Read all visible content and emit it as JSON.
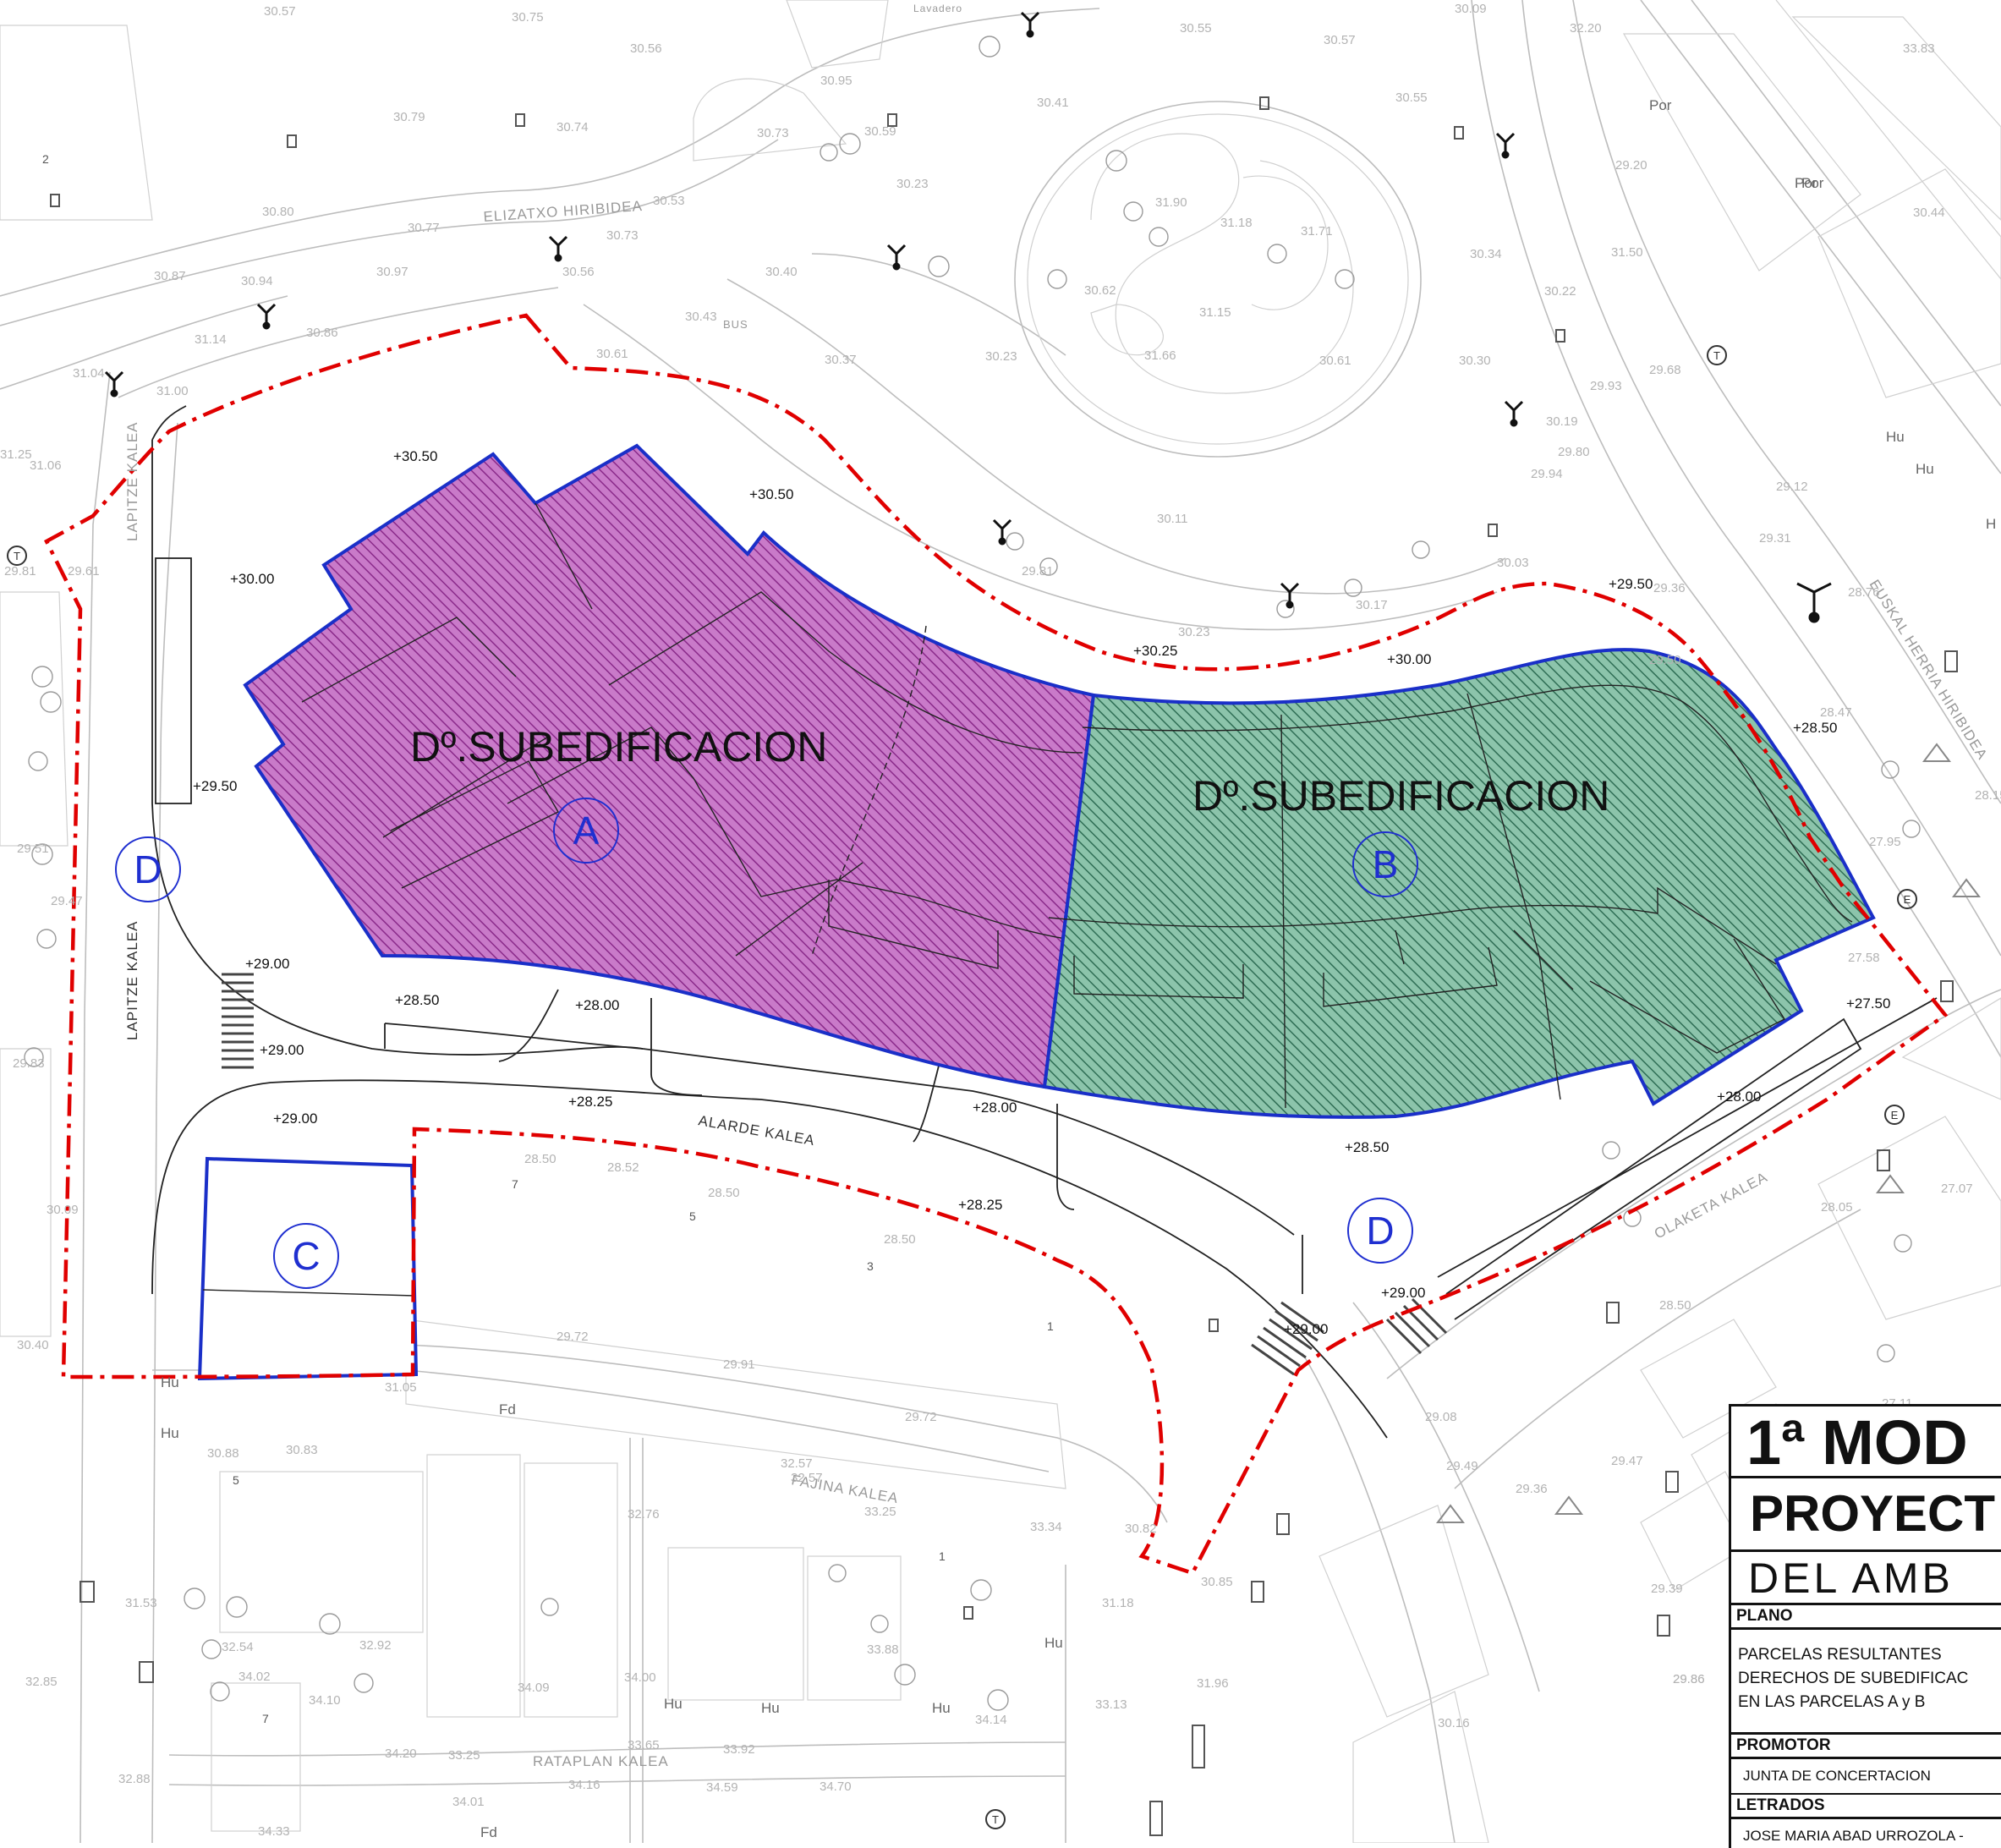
{
  "parcels": {
    "A": {
      "label": "Dº.SUBEDIFICACION",
      "letter": "A",
      "fill": "#c66cc6",
      "hatch": "#8a2a8a"
    },
    "B": {
      "label": "Dº.SUBEDIFICACION",
      "letter": "B",
      "fill": "#6fb79a",
      "hatch": "#2f6e55"
    },
    "C": {
      "letter": "C"
    },
    "D1": {
      "letter": "D"
    },
    "D2": {
      "letter": "D"
    }
  },
  "colors": {
    "parcel_outline": "#1a2fc8",
    "boundary": "#e00000",
    "background": "#ffffff"
  },
  "streets": {
    "elizatxo": "ELIZATXO HIRIBIDEA",
    "lapitze_top": "LAPITZE KALEA",
    "lapitze": "LAPITZE KALEA",
    "alarde": "ALARDE KALEA",
    "euskal": "EUSKAL HERRIA HIRIBIDEA",
    "olaketa": "OLAKETA KALEA",
    "fajina": "FAJINA KALEA",
    "rataplan": "RATAPLAN KALEA",
    "bus": "BUS",
    "lavadero": "Lavadero"
  },
  "design_levels": [
    "+30.50",
    "+30.50",
    "+30.00",
    "+29.50",
    "+29.00",
    "+28.50",
    "+28.00",
    "+29.00",
    "+29.00",
    "+28.25",
    "+28.00",
    "+28.25",
    "+28.50",
    "+30.25",
    "+30.00",
    "+29.50",
    "+28.50",
    "+27.50",
    "+28.00",
    "+29.00",
    "+29.00"
  ],
  "spot_heights": [
    "30.57",
    "30.75",
    "30.56",
    "30.95",
    "30.55",
    "30.57",
    "32.20",
    "33.83",
    "30.79",
    "30.74",
    "30.41",
    "30.55",
    "30.73",
    "30.59",
    "30.23",
    "31.90",
    "31.18",
    "31.71",
    "30.80",
    "30.53",
    "30.77",
    "30.73",
    "30.56",
    "30.40",
    "30.97",
    "30.87",
    "30.94",
    "30.62",
    "31.15",
    "30.34",
    "30.22",
    "31.50",
    "30.44",
    "30.43",
    "30.86",
    "30.61",
    "30.37",
    "30.23",
    "31.66",
    "30.61",
    "30.30",
    "29.93",
    "29.68",
    "31.14",
    "31.04",
    "31.00",
    "29.80",
    "29.94",
    "29.12",
    "30.19",
    "30.11",
    "29.81",
    "29.31",
    "30.03",
    "29.36",
    "30.17",
    "30.23",
    "29.50",
    "28.76",
    "28.47",
    "28.15",
    "27.95",
    "27.58",
    "28.50",
    "28.52",
    "28.50",
    "28.50",
    "29.72",
    "29.91",
    "29.72",
    "32.57",
    "32.57",
    "32.76",
    "33.25",
    "33.34",
    "33.88",
    "33.13",
    "34.02",
    "34.10",
    "34.00",
    "34.09",
    "34.20",
    "33.65",
    "33.92",
    "33.25",
    "34.14",
    "34.16",
    "34.59",
    "34.70",
    "34.01",
    "34.33",
    "32.85",
    "32.88",
    "31.53",
    "32.54",
    "32.92",
    "30.83",
    "30.88",
    "31.05",
    "30.40",
    "30.09",
    "29.83",
    "29.81",
    "29.47",
    "29.51",
    "29.86",
    "28.05",
    "27.07",
    "28.50",
    "29.47",
    "29.08",
    "29.49",
    "29.36",
    "29.39",
    "29.86",
    "30.16",
    "30.85",
    "31.18",
    "31.96",
    "30.82",
    "31.06",
    "31.25",
    "29.61",
    "30.09",
    "29.20",
    "27.11"
  ],
  "map_labels": [
    "Fd",
    "Fd",
    "Hu",
    "Hu",
    "Hu",
    "Hu",
    "Hu",
    "Hu",
    "Hu",
    "Por",
    "Por",
    "Por",
    "Hu",
    "H"
  ],
  "lot_numbers": [
    "7",
    "5",
    "3",
    "1",
    "5",
    "7",
    "1",
    "2"
  ],
  "title_block": {
    "title_line1": "1ª MOD",
    "title_line2": "PROYECT",
    "title_line3": "DEL AMB",
    "plano_header": "PLANO",
    "plano_lines": [
      "PARCELAS RESULTANTES",
      "DERECHOS DE SUBEDIFICAC",
      "EN LAS PARCELAS A y B"
    ],
    "promotor_header": "PROMOTOR",
    "promotor": "JUNTA DE CONCERTACION",
    "letrados_header": "LETRADOS",
    "letrados": "JOSE MARIA ABAD URROZOLA  -"
  }
}
